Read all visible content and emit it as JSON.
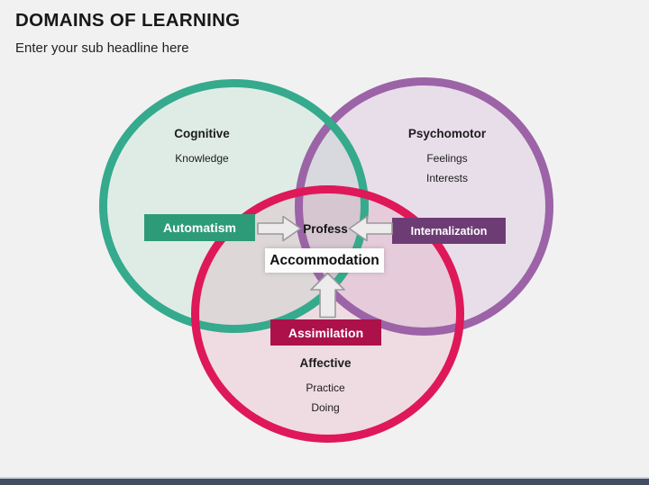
{
  "slide": {
    "title": "DOMAINS OF LEARNING",
    "subtitle": "Enter your sub headline here"
  },
  "diagram": {
    "circles": [
      {
        "name": "Cognitive",
        "items": [
          "Knowledge"
        ],
        "stroke_color": "#35aa8c",
        "fill_tint": "#e3efe9"
      },
      {
        "name": "Psychomotor",
        "items": [
          "Feelings",
          "Interests"
        ],
        "stroke_color": "#9c63a7",
        "fill_tint": "#ece3ed"
      },
      {
        "name": "Affective",
        "items": [
          "Practice",
          "Doing"
        ],
        "stroke_color": "#de1859",
        "fill_tint": "#f4e1e7"
      }
    ],
    "tags": [
      {
        "label": "Automatism",
        "color": "#2e9b78"
      },
      {
        "label": "Internalization",
        "color": "#6e3c75"
      },
      {
        "label": "Assimilation",
        "color": "#ad1149"
      }
    ],
    "center": {
      "label": "Profess",
      "sublabel": "Accommodation"
    },
    "icons": {
      "arrows": [
        "arrow-right-icon",
        "arrow-left-icon",
        "arrow-up-icon"
      ],
      "arrow_fill": "#edebeb",
      "arrow_stroke": "#9a9a9a"
    }
  },
  "chrome": {
    "background_color": "#f1f1f2",
    "footer_bar_color": "#424e61"
  }
}
